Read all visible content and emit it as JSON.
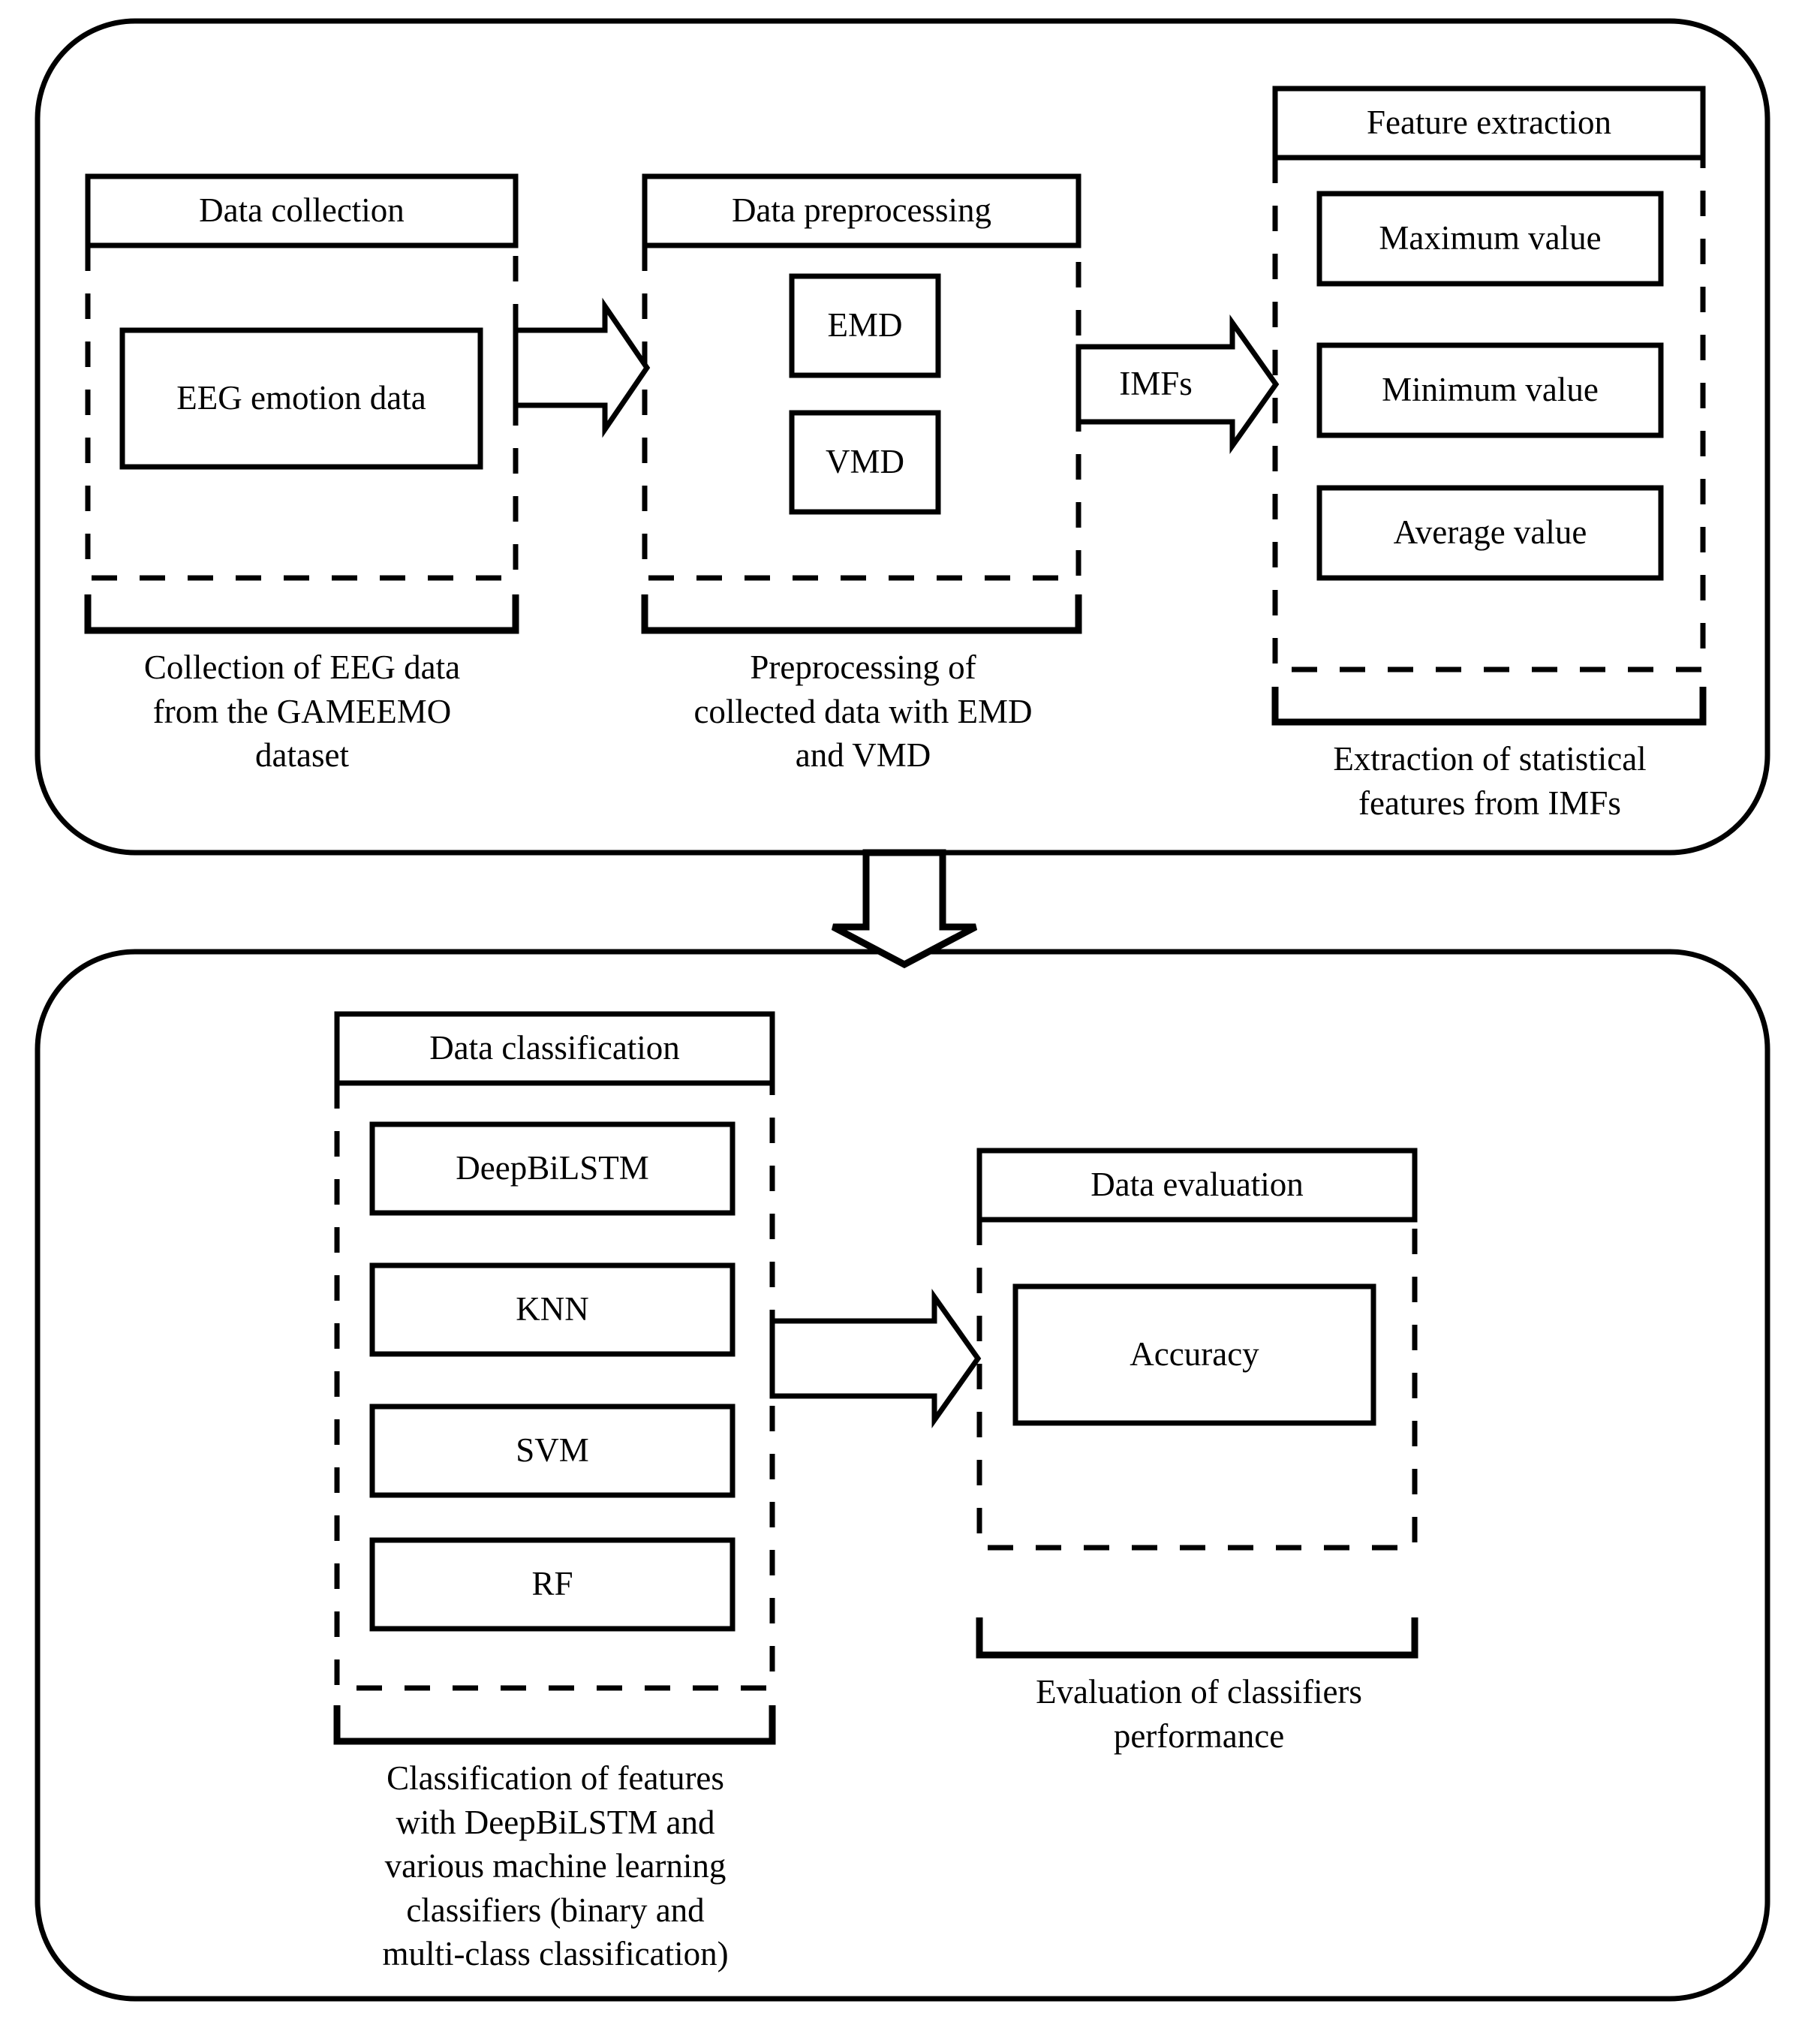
{
  "diagram": {
    "title": "EEG emotion recognition methodology flowchart",
    "type": "flowchart",
    "stroke_color": "#000000",
    "background_color": "#ffffff"
  },
  "stage1": {
    "panels": [
      {
        "header": "Data collection",
        "boxes": [
          "EEG emotion data"
        ],
        "caption": "Collection of EEG data\nfrom the GAMEEMO\ndataset"
      },
      {
        "header": "Data preprocessing",
        "boxes": [
          "EMD",
          "VMD"
        ],
        "caption": "Preprocessing of\ncollected data with EMD\nand VMD"
      },
      {
        "header": "Feature extraction",
        "boxes": [
          "Maximum value",
          "Minimum value",
          "Average value"
        ],
        "caption": "Extraction of statistical\nfeatures from IMFs"
      }
    ],
    "arrows": [
      {
        "label": "",
        "from": "Data collection",
        "to": "Data preprocessing"
      },
      {
        "label": "IMFs",
        "from": "Data preprocessing",
        "to": "Feature extraction"
      }
    ]
  },
  "stage_link": {
    "label": "",
    "direction": "down",
    "from": "Feature extraction",
    "to": "Data classification"
  },
  "stage2": {
    "panels": [
      {
        "header": "Data classification",
        "boxes": [
          "DeepBiLSTM",
          "KNN",
          "SVM",
          "RF"
        ],
        "caption": "Classification of features\nwith DeepBiLSTM and\nvarious machine learning\nclassifiers (binary and\nmulti-class classification)"
      },
      {
        "header": "Data evaluation",
        "boxes": [
          "Accuracy"
        ],
        "caption": "Evaluation of classifiers\nperformance"
      }
    ],
    "arrows": [
      {
        "label": "",
        "from": "Data classification",
        "to": "Data evaluation"
      }
    ]
  }
}
